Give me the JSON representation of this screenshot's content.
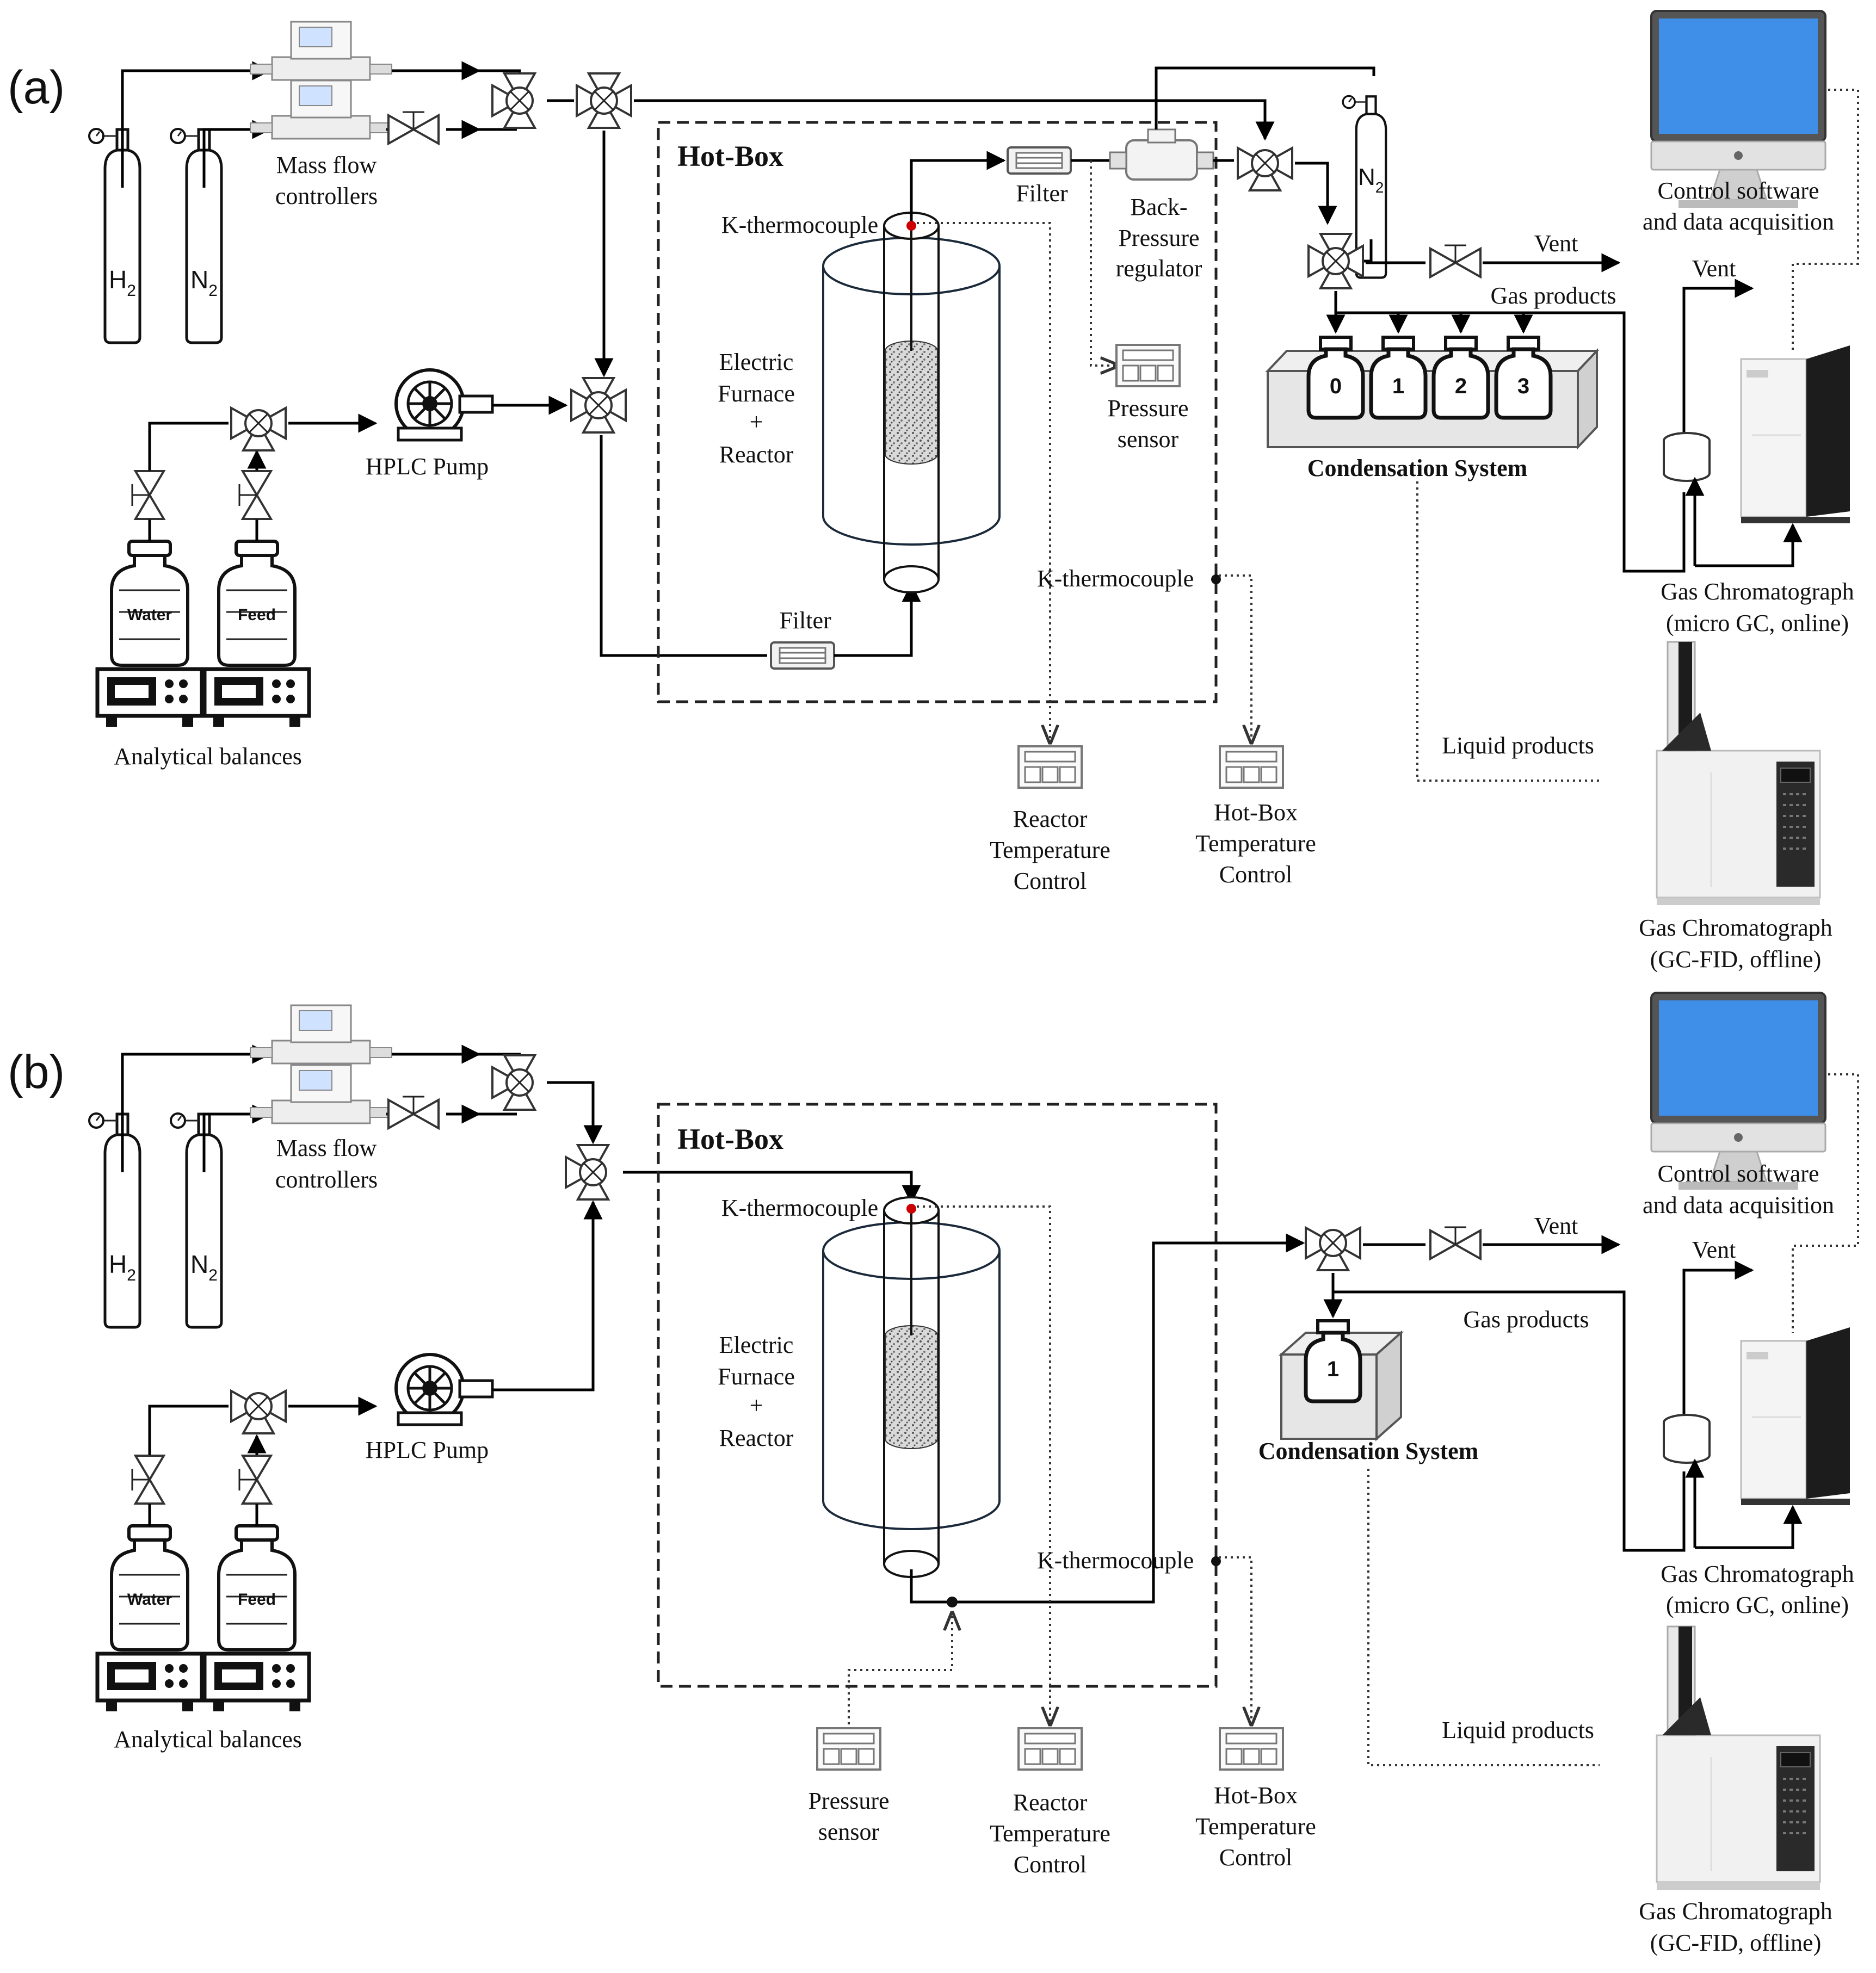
{
  "panels": [
    {
      "panel_label": "(a)",
      "mass_flow_label": [
        "Mass flow",
        "controllers"
      ],
      "cylinder_1": "H",
      "cylinder_2": "N",
      "cylinder_sub": "2",
      "hplc_pump": "HPLC Pump",
      "balances": "Analytical balances",
      "bottle_water": "Water",
      "bottle_feed": "Feed",
      "hot_box": "Hot-Box",
      "k_thermocouple_top": "K-thermocouple",
      "k_thermocouple_bottom": "K-thermocouple",
      "furnace": [
        "Electric",
        "Furnace",
        "+",
        "Reactor"
      ],
      "filter_top": "Filter",
      "filter_bottom": "Filter",
      "back_pressure": [
        "Back-",
        "Pressure",
        "regulator"
      ],
      "pressure_sensor": [
        "Pressure",
        "sensor"
      ],
      "n2_cylinder": "N",
      "vent_main": "Vent",
      "vent_gc": "Vent",
      "gas_products": "Gas products",
      "condensers": [
        "0",
        "1",
        "2",
        "3"
      ],
      "condensation_system": "Condensation System",
      "reactor_temp": [
        "Reactor",
        "Temperature",
        "Control"
      ],
      "hotbox_temp": [
        "Hot-Box",
        "Temperature",
        "Control"
      ],
      "liquid_products": "Liquid products",
      "control_software": [
        "Control software",
        "and data acquisition"
      ],
      "gc_online": [
        "Gas Chromatograph",
        "(micro GC, online)"
      ],
      "gc_offline": [
        "Gas Chromatograph",
        "(GC-FID, offline)"
      ]
    },
    {
      "panel_label": "(b)",
      "mass_flow_label": [
        "Mass flow",
        "controllers"
      ],
      "cylinder_1": "H",
      "cylinder_2": "N",
      "cylinder_sub": "2",
      "hplc_pump": "HPLC Pump",
      "balances": "Analytical balances",
      "bottle_water": "Water",
      "bottle_feed": "Feed",
      "hot_box": "Hot-Box",
      "k_thermocouple_top": "K-thermocouple",
      "k_thermocouple_bottom": "K-thermocouple",
      "furnace": [
        "Electric",
        "Furnace",
        "+",
        "Reactor"
      ],
      "pressure_sensor": [
        "Pressure",
        "sensor"
      ],
      "vent_main": "Vent",
      "vent_gc": "Vent",
      "gas_products": "Gas products",
      "condensers": [
        "1"
      ],
      "condensation_system": "Condensation System",
      "reactor_temp": [
        "Reactor",
        "Temperature",
        "Control"
      ],
      "hotbox_temp": [
        "Hot-Box",
        "Temperature",
        "Control"
      ],
      "liquid_products": "Liquid products",
      "control_software": [
        "Control software",
        "and data acquisition"
      ],
      "gc_online": [
        "Gas Chromatograph",
        "(micro GC, online)"
      ],
      "gc_offline": [
        "Gas Chromatograph",
        "(GC-FID, offline)"
      ]
    }
  ],
  "colors": {
    "line": "#000000",
    "monitor_screen": "#3f8fe8",
    "thermocouple_dot": "#cc0000",
    "condenser_fill": "#e6e6e6"
  }
}
